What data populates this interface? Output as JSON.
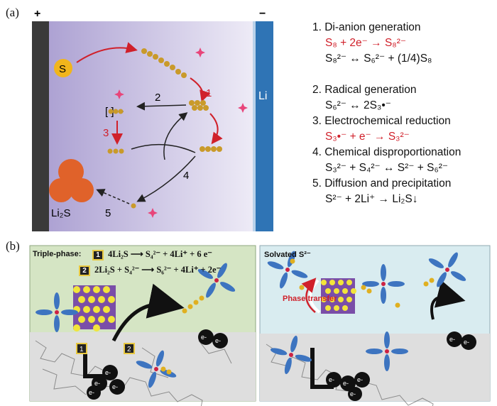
{
  "panel_a": {
    "label": "(a)",
    "plus": "+",
    "minus": "−",
    "sulfur": "S",
    "lithium": "Li",
    "li2s": "Li₂S",
    "steps": [
      "1",
      "2",
      "3",
      "4",
      "5"
    ],
    "radical_label": "[  ]•−"
  },
  "reactions": [
    {
      "title": "1. Di-anion generation",
      "eqs": [
        {
          "text": "S₈ + 2e⁻ → S₈²⁻",
          "red": true
        },
        {
          "text": "S₈²⁻ ↔ S₆²⁻ + (1/4)S₈",
          "red": false
        }
      ]
    },
    {
      "title": "2. Radical generation",
      "eqs": [
        {
          "text": "S₆²⁻ ↔ 2S₃•⁻",
          "red": false
        }
      ]
    },
    {
      "title": "3. Electrochemical reduction",
      "eqs": [
        {
          "text": "S₃•⁻ + e⁻ → S₃²⁻",
          "red": true
        }
      ]
    },
    {
      "title": "4. Chemical disproportionation",
      "eqs": [
        {
          "text": "S₃²⁻ + S₄²⁻ ↔ S²⁻ + S₆²⁻",
          "red": false
        }
      ]
    },
    {
      "title": "5. Diffusion and precipitation",
      "eqs": [
        {
          "text": "S²⁻ + 2Li⁺ → Li₂S↓",
          "red": false
        }
      ]
    }
  ],
  "panel_b": {
    "label": "(b)",
    "left_title": "Triple-phase:",
    "eq1_num": "1",
    "eq1": "4Li₂S ⟶ S₄²⁻ + 4Li⁺ + 6 e⁻",
    "eq2_num": "2",
    "eq2": "2Li₂S + S₄²⁻ ⟶ S₆²⁻ + 4Li⁺ + 2e⁻",
    "right_title": "Solvated S²⁻",
    "phase_transfer": "Phase transfer",
    "electron": "e-",
    "colors": {
      "left_bg": "#d5e5c4",
      "right_bg": "#d9ecf0",
      "li": "#8a4fb0",
      "s": "#f2e43a",
      "blue": "#3d74c0"
    }
  }
}
